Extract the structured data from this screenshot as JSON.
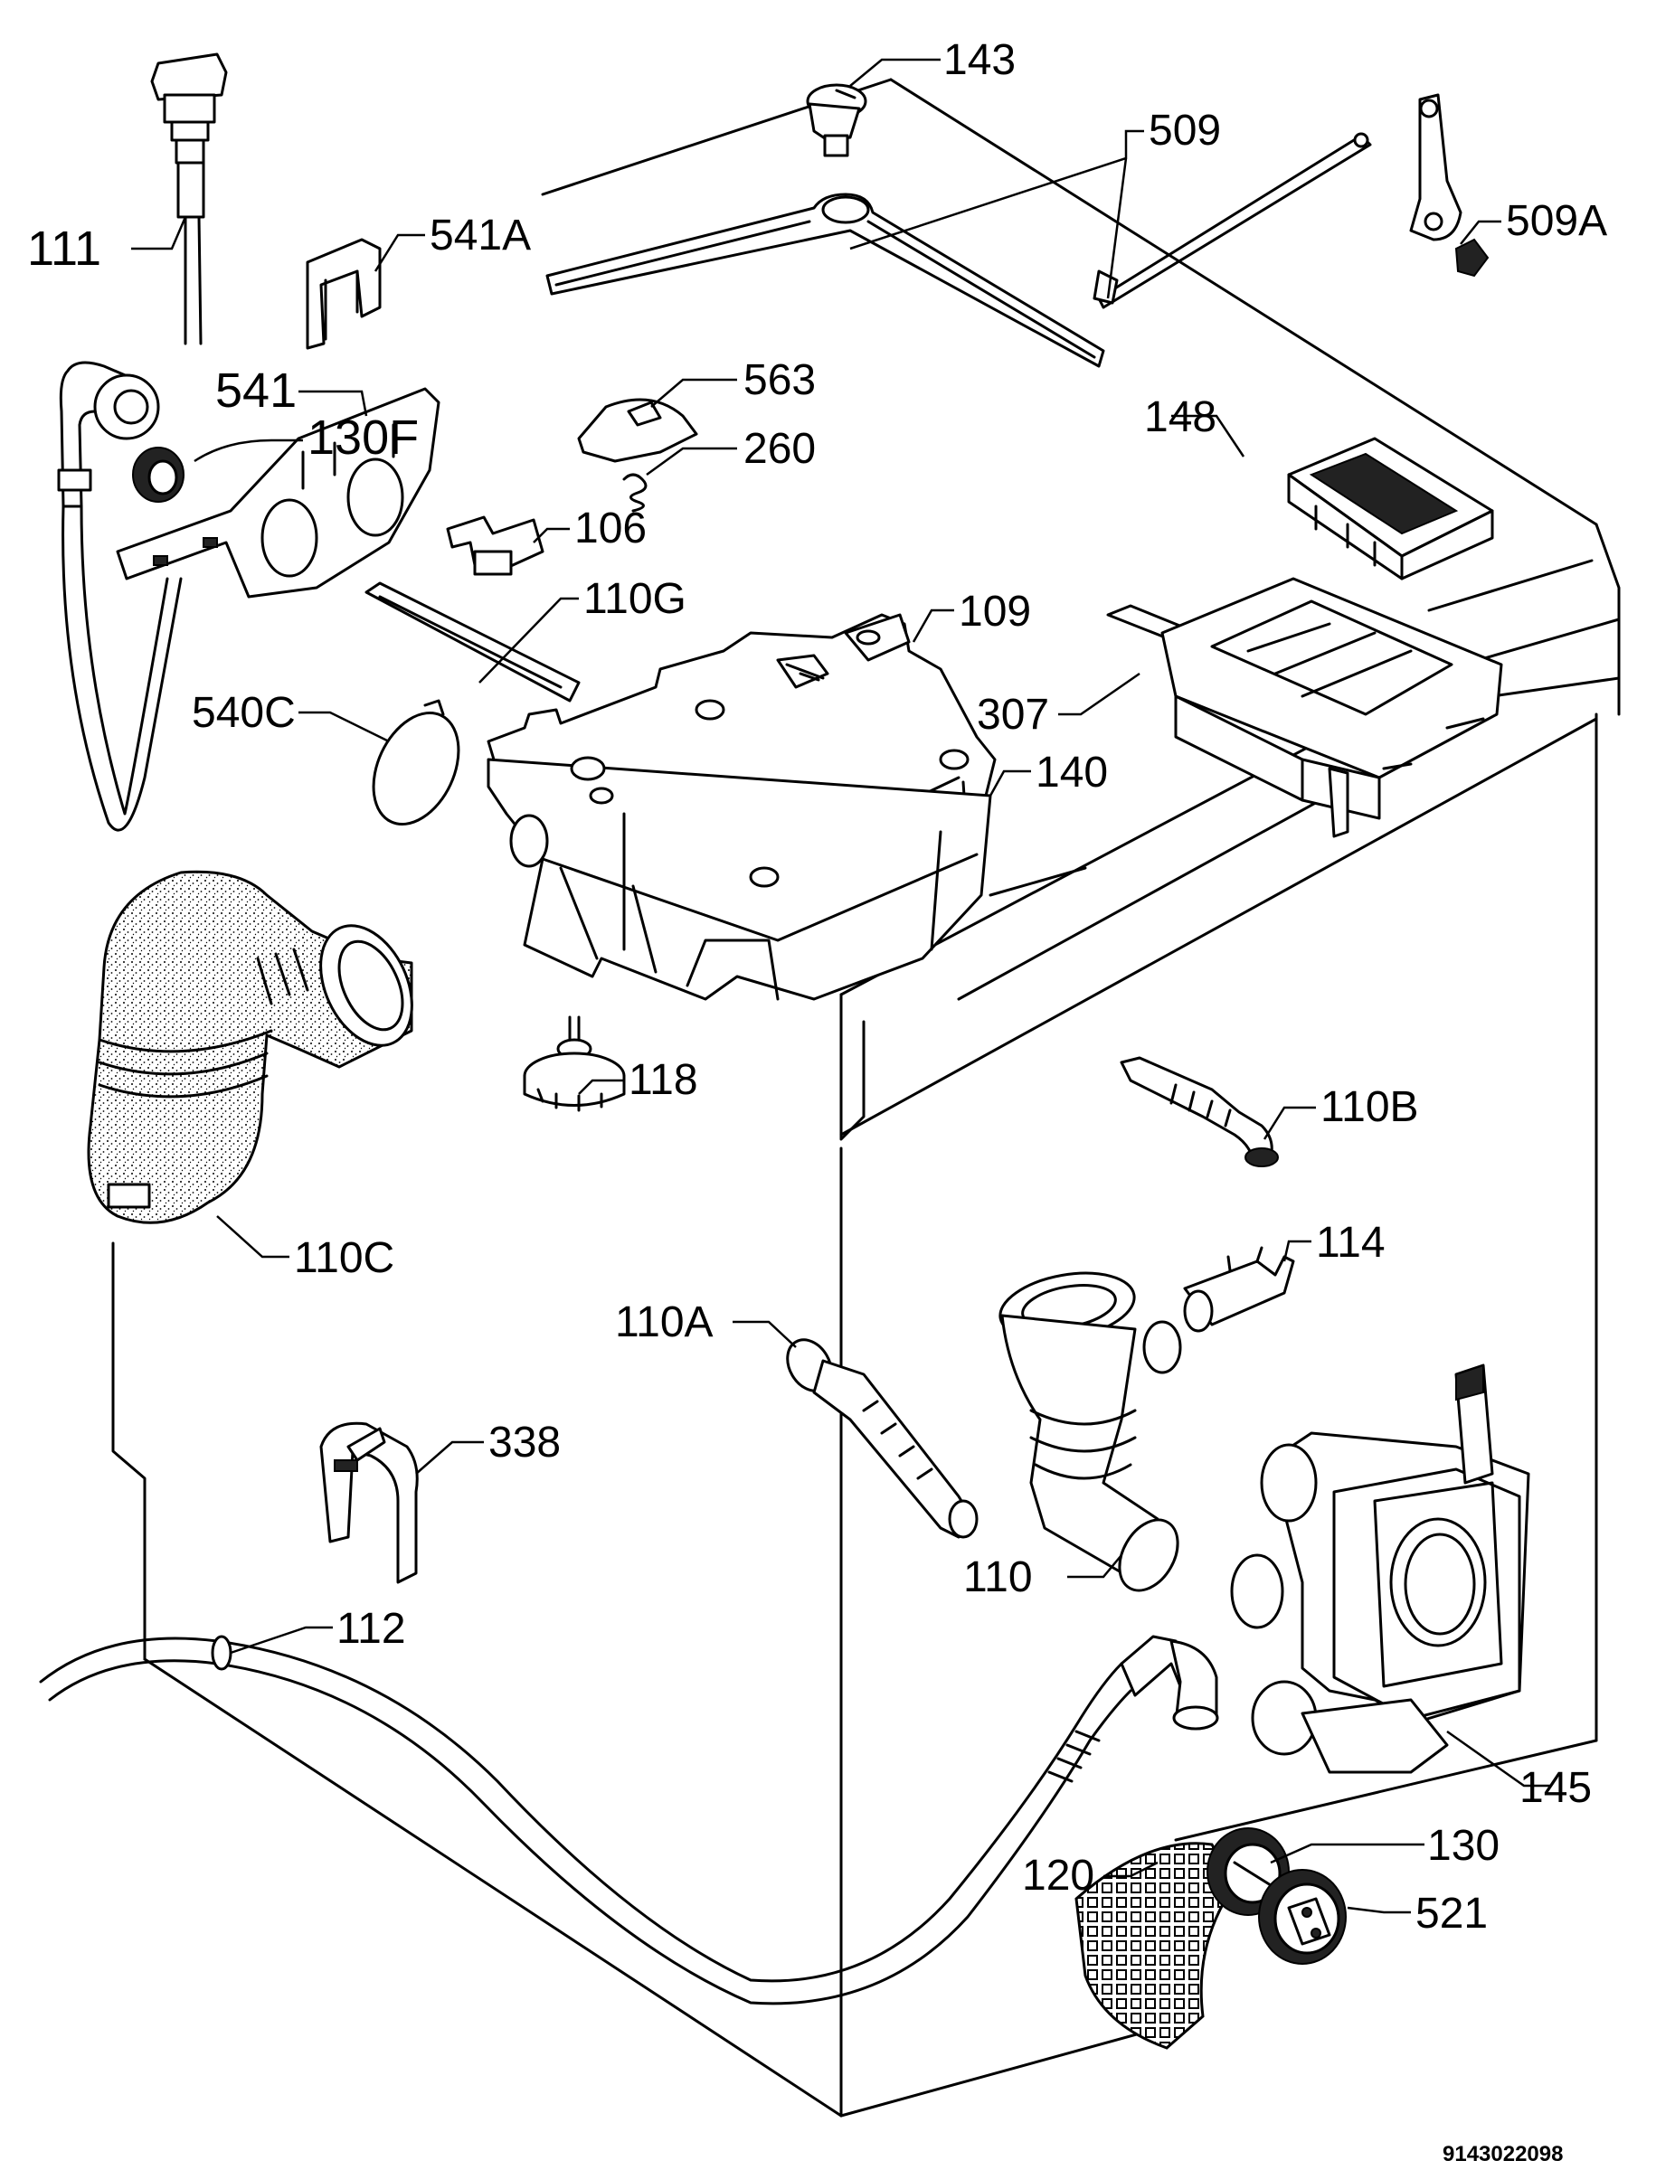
{
  "diagram": {
    "doc_code": "9143022098",
    "labels": {
      "p143": "143",
      "p509": "509",
      "p509a": "509A",
      "p111": "111",
      "p541a": "541A",
      "p541": "541",
      "p130f": "130F",
      "p563": "563",
      "p260": "260",
      "p106": "106",
      "p148": "148",
      "p110g": "110G",
      "p109": "109",
      "p540c": "540C",
      "p307": "307",
      "p140": "140",
      "p118": "118",
      "p110b": "110B",
      "p110c": "110C",
      "p114": "114",
      "p110a": "110A",
      "p338": "338",
      "p110": "110",
      "p112": "112",
      "p145": "145",
      "p130": "130",
      "p120": "120",
      "p521": "521"
    }
  }
}
